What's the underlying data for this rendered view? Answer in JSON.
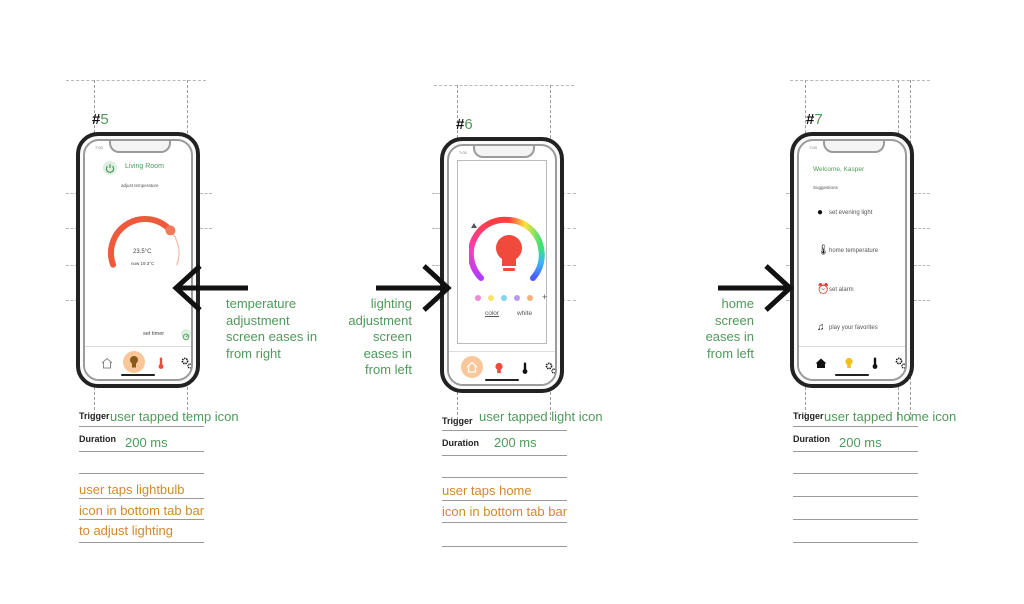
{
  "frames": [
    {
      "hash": "#",
      "number": "5",
      "screen": {
        "status_time": "7:03",
        "title": "Living Room",
        "subtitle": "adjust temperature",
        "set_temp": "23.5°C",
        "now_temp": "now 19.3°C",
        "dial_level": 0.72,
        "timer_label": "set timer"
      },
      "caption": [
        "temperature",
        "adjustment",
        "screen eases in",
        "from right"
      ],
      "trigger_label": "Trigger",
      "trigger_value": "user tapped temp icon",
      "duration_label": "Duration",
      "duration_value": "200 ms",
      "note": [
        "user taps lightbulb",
        "icon in bottom tab bar",
        "to adjust lighting"
      ]
    },
    {
      "hash": "#",
      "number": "6",
      "screen": {
        "status_time": "7:03",
        "tab_color": "color",
        "tab_white": "white",
        "plus": "+",
        "swatches": [
          "#f08ad4",
          "#f7e36a",
          "#7fd6ef",
          "#b99af0",
          "#f5b07a"
        ]
      },
      "caption": [
        "lighting",
        "adjustment",
        "screen",
        "eases in",
        "from left"
      ],
      "trigger_label": "Trigger",
      "trigger_value": "user tapped light icon",
      "duration_label": "Duration",
      "duration_value": "200 ms",
      "note": [
        "user taps home",
        "icon in bottom tab bar"
      ]
    },
    {
      "hash": "#",
      "number": "7",
      "screen": {
        "status_time": "7:03",
        "welcome": "Welcome, Kasper",
        "suggestions_label": "Suggestions",
        "suggestions": [
          "set evening light",
          "home temperature",
          "set alarm",
          "play your favorites"
        ]
      },
      "caption": [
        "home",
        "screen",
        "eases in",
        "from left"
      ],
      "trigger_label": "Trigger",
      "trigger_value": "user tapped home icon",
      "duration_label": "Duration",
      "duration_value": "200 ms"
    }
  ],
  "colors": {
    "accent_green": "#4f9a5a",
    "note_orange": "#d08a2a",
    "dial_red": "#ef5a3c",
    "bulb_red": "#ef4a3c",
    "active_tab_bg": "#f9c79a",
    "home_yellow": "#f2c023"
  },
  "icons": {
    "power": "power-icon",
    "home": "home-icon",
    "bulb": "lightbulb-icon",
    "thermometer": "thermometer-icon",
    "settings": "gears-icon",
    "alarm": "alarm-clock-icon",
    "music": "music-note-icon",
    "timer": "timer-icon",
    "arrow_left": "arrow-left-icon",
    "arrow_right": "arrow-right-icon"
  }
}
